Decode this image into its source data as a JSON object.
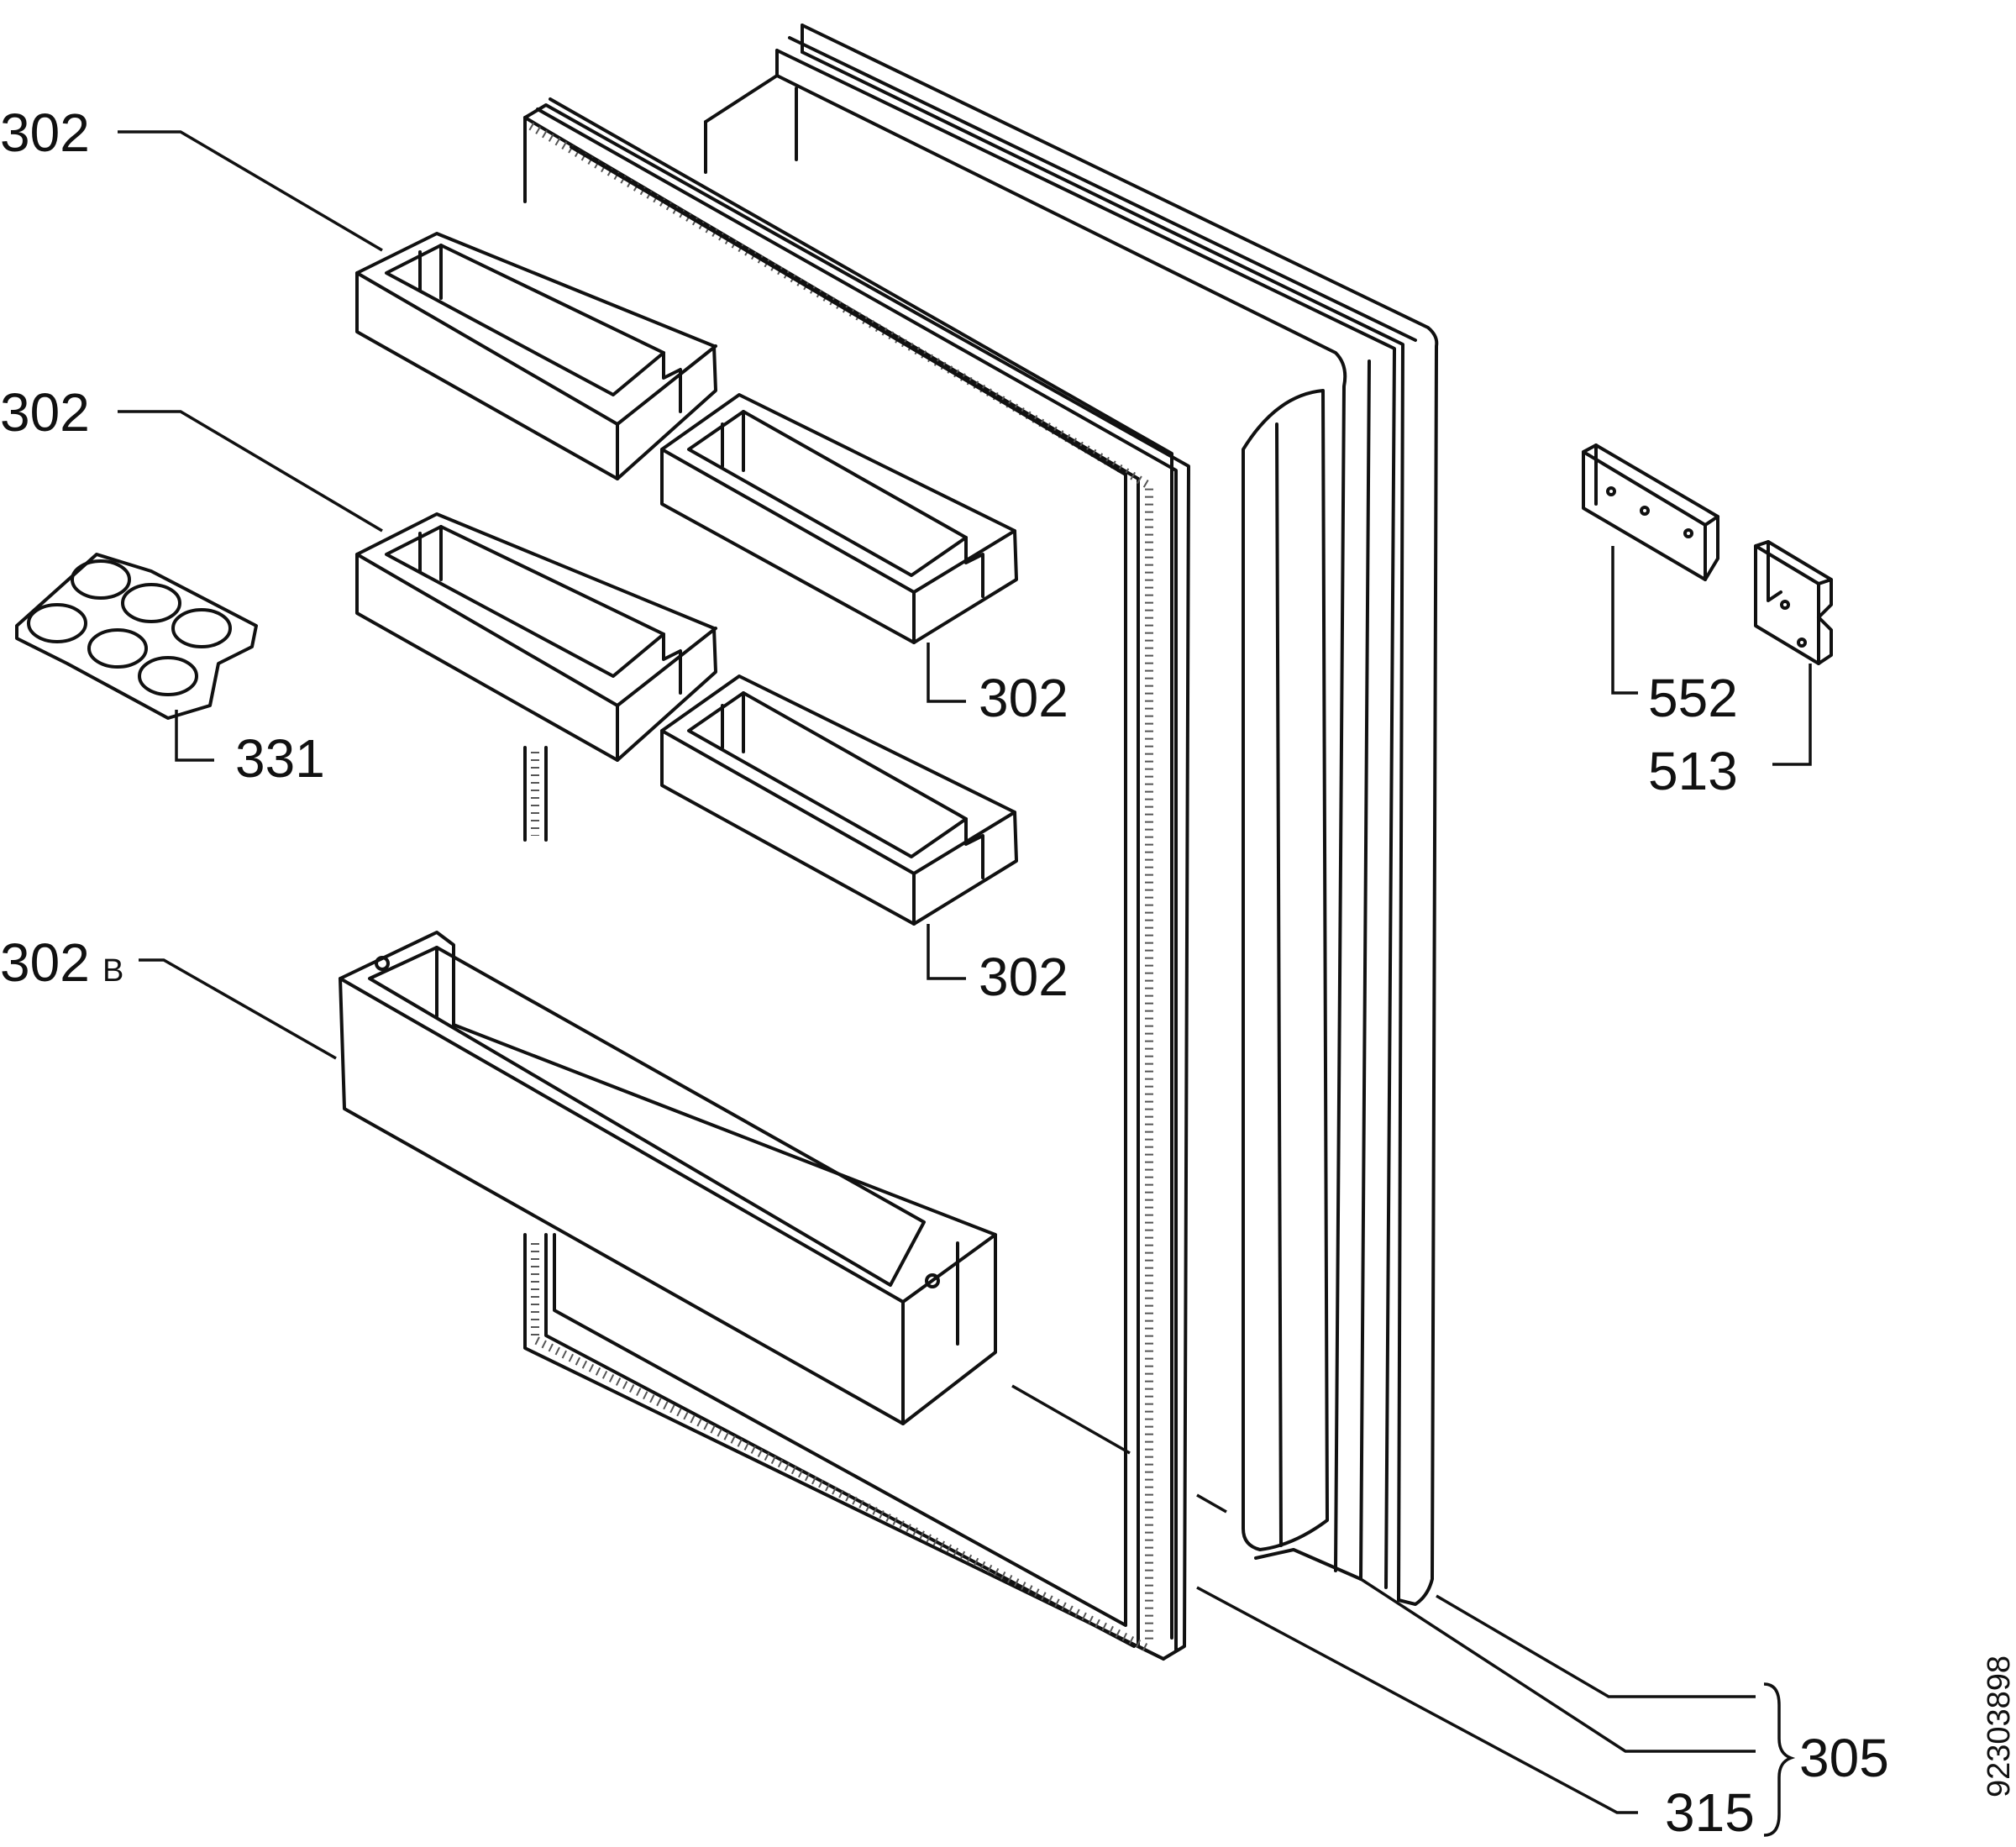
{
  "labels": {
    "bin_top_left": "302",
    "bin_mid_left": "302",
    "bin_top_right": "302",
    "bin_mid_right": "302",
    "bottle_shelf": "302",
    "bottle_shelf_suffix": "B",
    "egg_tray": "331",
    "hinge_plate": "552",
    "hinge_bracket": "513",
    "door_assembly": "305",
    "door_gasket": "315"
  },
  "drawing_number": "92303898"
}
